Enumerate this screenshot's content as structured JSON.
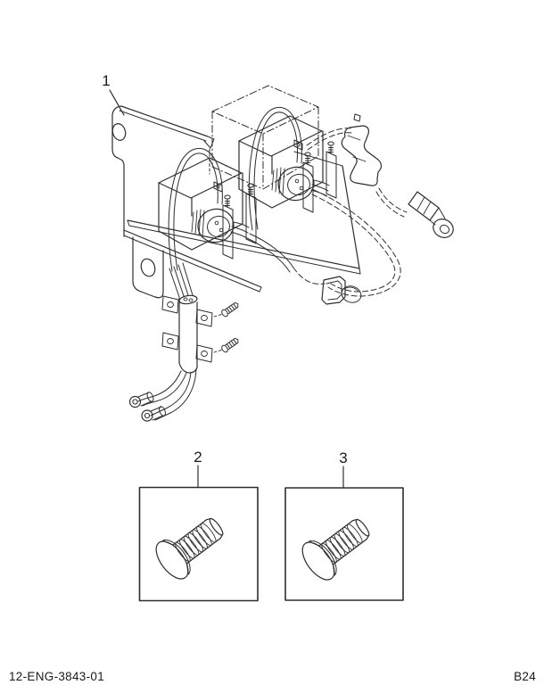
{
  "page": {
    "background": "#ffffff",
    "line_color": "#2e2e2e",
    "text_color": "#1a1a1a"
  },
  "callouts": {
    "item1": "1",
    "item2": "2",
    "item3": "3"
  },
  "footer": {
    "doc_code": "12-ENG-3843-01",
    "page_code": "B24"
  }
}
